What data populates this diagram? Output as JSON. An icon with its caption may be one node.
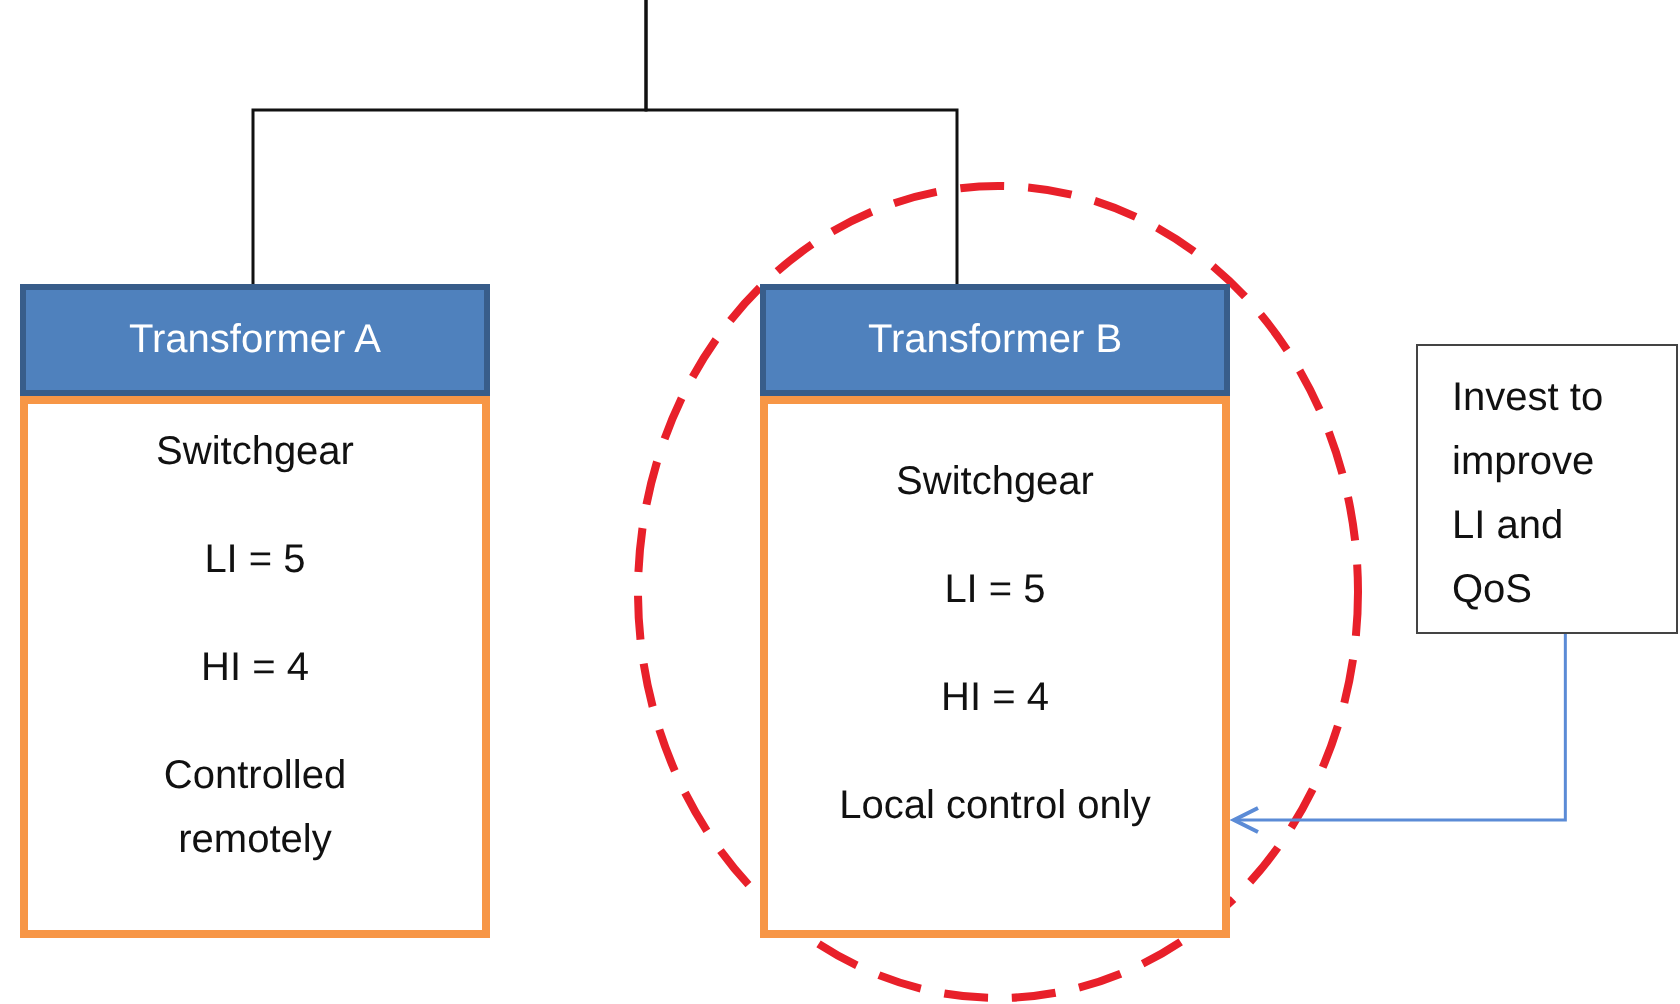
{
  "diagram": {
    "nodes": [
      {
        "text": [
          "Transformer A"
        ]
      },
      {
        "text": [
          "Switchgear",
          "LI = 5",
          "HI = 4",
          "Controlled remotely"
        ]
      },
      {
        "text": [
          "Transformer B"
        ]
      },
      {
        "text": [
          "Switchgear",
          "LI = 5",
          "HI = 4",
          "Local control only"
        ]
      },
      {
        "text": [
          "Invest to improve LI and QoS"
        ]
      }
    ],
    "edges": [
      {
        "from": null,
        "to": 0,
        "arrow": "none"
      },
      {
        "from": null,
        "to": 2,
        "arrow": "none"
      },
      {
        "from": 4,
        "to": 3,
        "arrow": "to",
        "color": "#5b8bd6"
      }
    ]
  }
}
